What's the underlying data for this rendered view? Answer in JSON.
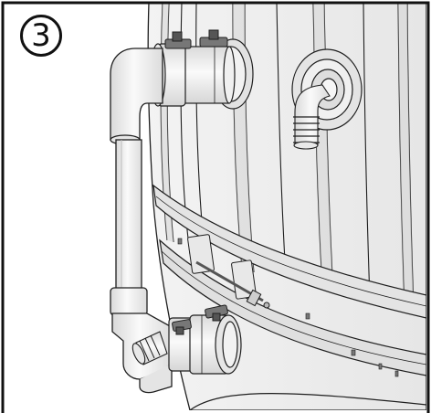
{
  "figure": {
    "step_number": "3",
    "colors": {
      "line": "#1f1f1f",
      "tub_wall": "#eeeeee",
      "stave_shade": "#d6d6d6",
      "pipe": "#f4f4f4",
      "pipe_shade": "#d8d8d8",
      "band": "#e2e2e2",
      "clamp": "#555555",
      "background": "#ffffff"
    },
    "icons": [
      "pipe-elbow",
      "hose-barb",
      "hose-clamp",
      "bulkhead-fitting",
      "steel-band",
      "tension-bolt"
    ]
  }
}
